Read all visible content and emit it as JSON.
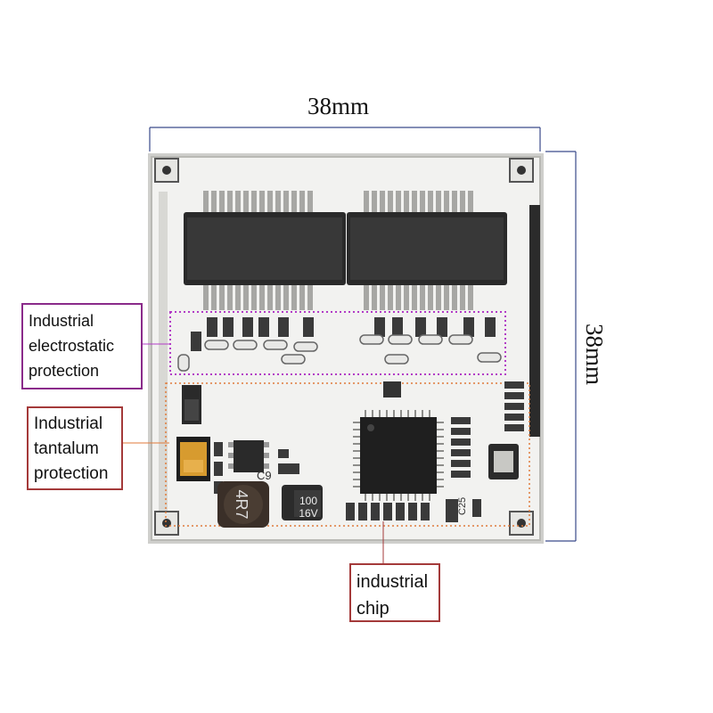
{
  "dimensions": {
    "width_label": "38mm",
    "height_label": "38mm"
  },
  "callouts": {
    "esd": {
      "lines": [
        "Industrial",
        "electrostatic",
        "protection"
      ]
    },
    "tantalum": {
      "lines": [
        "Industrial",
        "tantalum",
        "protection"
      ]
    },
    "chip": {
      "lines": [
        "industrial",
        "chip"
      ]
    }
  },
  "board_markings": {
    "capacitor": [
      "100",
      "16V"
    ],
    "inductor": "4R7",
    "c9": "C9",
    "c25": "C25"
  },
  "colors": {
    "pcb": "#f2f2f0",
    "esd_region": "#b23cc6",
    "tantalum_region": "#e07a3a",
    "dimension_line": "#3a4a8a",
    "chip": "#222222"
  }
}
